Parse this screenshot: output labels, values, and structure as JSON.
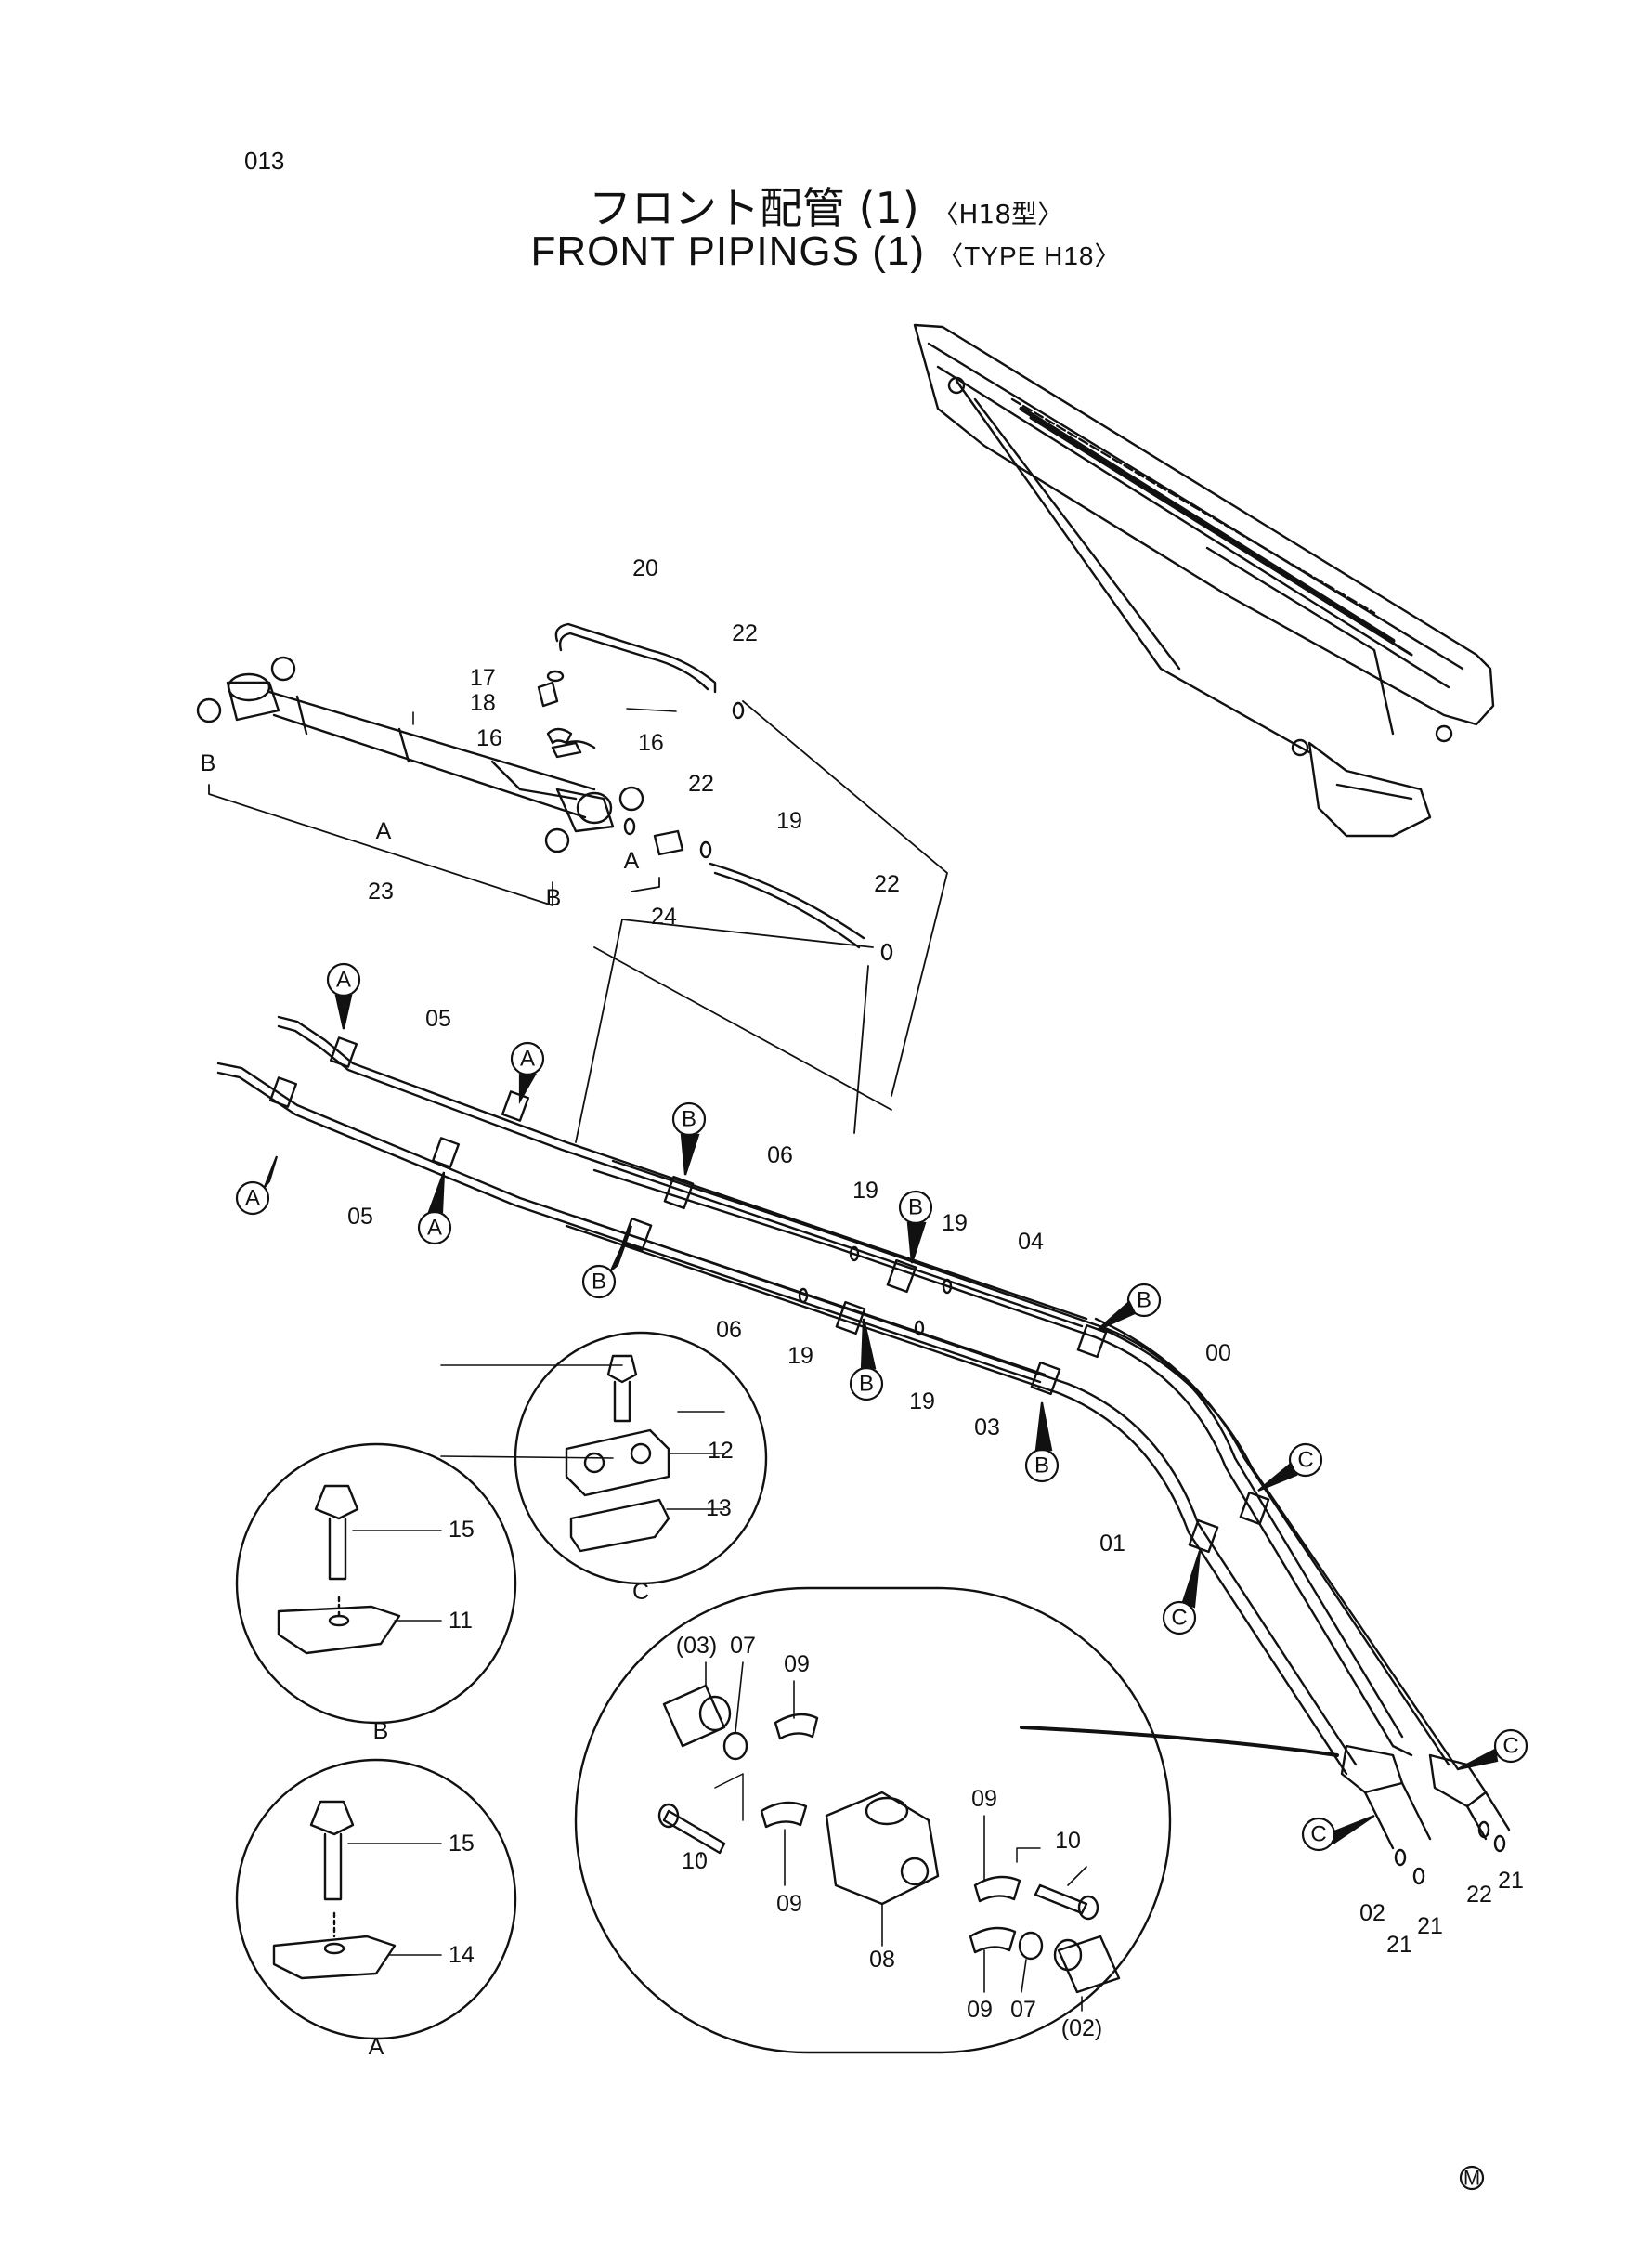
{
  "page_number": "013",
  "title": {
    "jp_main": "フロント配管 (1)",
    "jp_sub": "〈H18型〉",
    "en_main": "FRONT PIPINGS (1)",
    "en_sub": "〈TYPE H18〉"
  },
  "labels": {
    "p00": "00",
    "p01": "01",
    "p02": "02",
    "p03": "03",
    "p03_paren": "(03)",
    "p02_paren": "(02)",
    "p04": "04",
    "p05_a": "05",
    "p05_b": "05",
    "p06_a": "06",
    "p06_b": "06",
    "p07_a": "07",
    "p07_b": "07",
    "p08": "08",
    "p09_a": "09",
    "p09_b": "09",
    "p09_c": "09",
    "p09_d": "09",
    "p10_a": "10",
    "p10_b": "10",
    "p11": "11",
    "p12": "12",
    "p13": "13",
    "p14": "14",
    "p15_a": "15",
    "p15_b": "15",
    "p16_a": "16",
    "p16_b": "16",
    "p17": "17",
    "p18": "18",
    "p19_a": "19",
    "p19_b": "19",
    "p19_c": "19",
    "p19_d": "19",
    "p19_e": "19",
    "p20": "20",
    "p21_a": "21",
    "p21_b": "21",
    "p21_c": "21",
    "p22_a": "22",
    "p22_b": "22",
    "p22_c": "22",
    "p22_d": "22",
    "p23": "23",
    "p24": "24",
    "ref_A1": "A",
    "ref_A2": "A",
    "ref_B1": "B",
    "ref_B2": "B",
    "detail_A": "A",
    "detail_B": "B",
    "detail_C": "C"
  },
  "callouts": {
    "A": "A",
    "B": "B",
    "C": "C"
  },
  "mark": "M"
}
